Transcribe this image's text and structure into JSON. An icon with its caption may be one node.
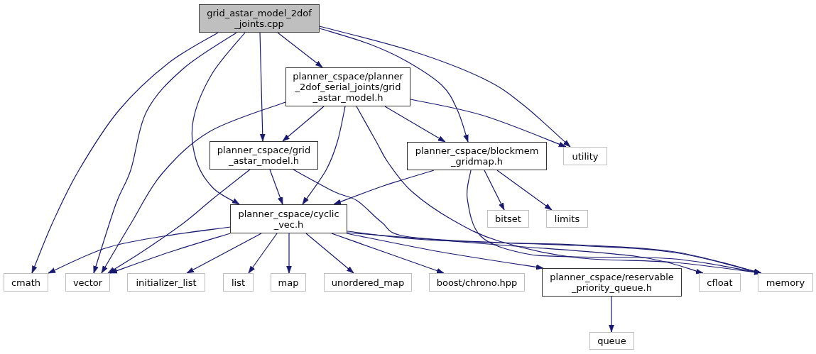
{
  "diagram": {
    "nodes": [
      {
        "text": [
          "grid_astar_model_2dof _joints.cpp"
        ]
      },
      {
        "text": [
          "planner_cspace/planner _2dof_serial_joints/grid _astar_model.h"
        ]
      },
      {
        "text": [
          "planner_cspace/grid _astar_model.h"
        ]
      },
      {
        "text": [
          "planner_cspace/blockmem _gridmap.h"
        ]
      },
      {
        "text": [
          "utility"
        ]
      },
      {
        "text": [
          "planner_cspace/cyclic _vec.h"
        ]
      },
      {
        "text": [
          "bitset"
        ]
      },
      {
        "text": [
          "limits"
        ]
      },
      {
        "text": [
          "cmath"
        ]
      },
      {
        "text": [
          "vector"
        ]
      },
      {
        "text": [
          "initializer_list"
        ]
      },
      {
        "text": [
          "list"
        ]
      },
      {
        "text": [
          "map"
        ]
      },
      {
        "text": [
          "unordered_map"
        ]
      },
      {
        "text": [
          "boost/chrono.hpp"
        ]
      },
      {
        "text": [
          "planner_cspace/reservable _priority_queue.h"
        ]
      },
      {
        "text": [
          "cfloat"
        ]
      },
      {
        "text": [
          "memory"
        ]
      },
      {
        "text": [
          "queue"
        ]
      }
    ],
    "edges": [
      {
        "from": 0,
        "to": 8,
        "arrow": "to"
      },
      {
        "from": 0,
        "to": 9,
        "arrow": "to"
      },
      {
        "from": 0,
        "to": 5,
        "arrow": "to"
      },
      {
        "from": 0,
        "to": 2,
        "arrow": "to"
      },
      {
        "from": 0,
        "to": 1,
        "arrow": "to"
      },
      {
        "from": 0,
        "to": 3,
        "arrow": "to"
      },
      {
        "from": 0,
        "to": 4,
        "arrow": "to"
      },
      {
        "from": 1,
        "to": 9,
        "arrow": "to"
      },
      {
        "from": 1,
        "to": 2,
        "arrow": "to"
      },
      {
        "from": 1,
        "to": 5,
        "arrow": "to"
      },
      {
        "from": 1,
        "to": 17,
        "arrow": "to"
      },
      {
        "from": 1,
        "to": 3,
        "arrow": "to"
      },
      {
        "from": 1,
        "to": 4,
        "arrow": "to"
      },
      {
        "from": 2,
        "to": 9,
        "arrow": "to"
      },
      {
        "from": 2,
        "to": 5,
        "arrow": "to"
      },
      {
        "from": 2,
        "to": 17,
        "arrow": "to"
      },
      {
        "from": 3,
        "to": 5,
        "arrow": "to"
      },
      {
        "from": 3,
        "to": 6,
        "arrow": "to"
      },
      {
        "from": 3,
        "to": 7,
        "arrow": "to"
      },
      {
        "from": 3,
        "to": 17,
        "arrow": "to"
      },
      {
        "from": 5,
        "to": 8,
        "arrow": "to"
      },
      {
        "from": 5,
        "to": 9,
        "arrow": "to"
      },
      {
        "from": 5,
        "to": 10,
        "arrow": "to"
      },
      {
        "from": 5,
        "to": 11,
        "arrow": "to"
      },
      {
        "from": 5,
        "to": 12,
        "arrow": "to"
      },
      {
        "from": 5,
        "to": 13,
        "arrow": "to"
      },
      {
        "from": 5,
        "to": 14,
        "arrow": "to"
      },
      {
        "from": 5,
        "to": 15,
        "arrow": "to"
      },
      {
        "from": 5,
        "to": 16,
        "arrow": "to"
      },
      {
        "from": 5,
        "to": 17,
        "arrow": "to"
      },
      {
        "from": 15,
        "to": 18,
        "arrow": "to"
      }
    ]
  }
}
